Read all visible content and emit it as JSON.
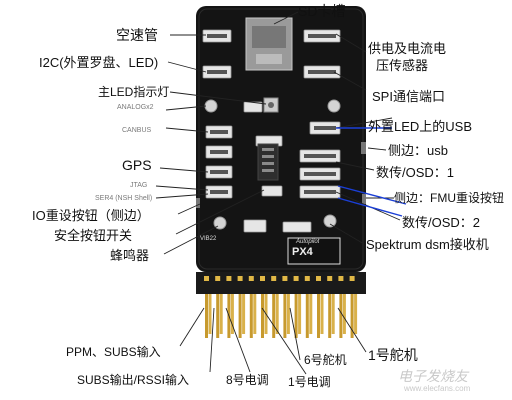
{
  "board": {
    "silk_brand": "Autopilot",
    "silk_model": "PX4",
    "silk_small": "VIB22"
  },
  "pcb_silk": {
    "analog": "ANALOGx2",
    "canbus": "CANBUS",
    "jtag": "JTAG",
    "ser4": "SER4 (NSH Shell)"
  },
  "labels": {
    "sd": "SD卡槽",
    "pitot": "空速管",
    "i2c": "I2C(外置罗盘、LED)",
    "power": "供电及电流电",
    "power2": "压传感器",
    "main_led": "主LED指示灯",
    "spi": "SPI通信端口",
    "ext_led_usb": "外置LED上的USB",
    "side_usb": "侧边：usb",
    "gps": "GPS",
    "telem1": "数传/OSD：1",
    "fmu_reset": "侧边：FMU重设按钮",
    "io_reset": "IO重设按钮（侧边）",
    "telem2": "数传/OSD：2",
    "safety": "安全按钮开关",
    "spektrum": "Spektrum dsm接收机",
    "buzzer": "蜂鸣器",
    "ppm_sbus": "PPM、SUBS输入",
    "servo6": "6号舵机",
    "servo1": "1号舵机",
    "sbus_out": "SUBS输出/RSSI输入",
    "esc8": "8号电调",
    "esc1": "1号电调"
  },
  "watermark": {
    "text": "电子发烧友",
    "sub": "www.elecfans.com"
  }
}
